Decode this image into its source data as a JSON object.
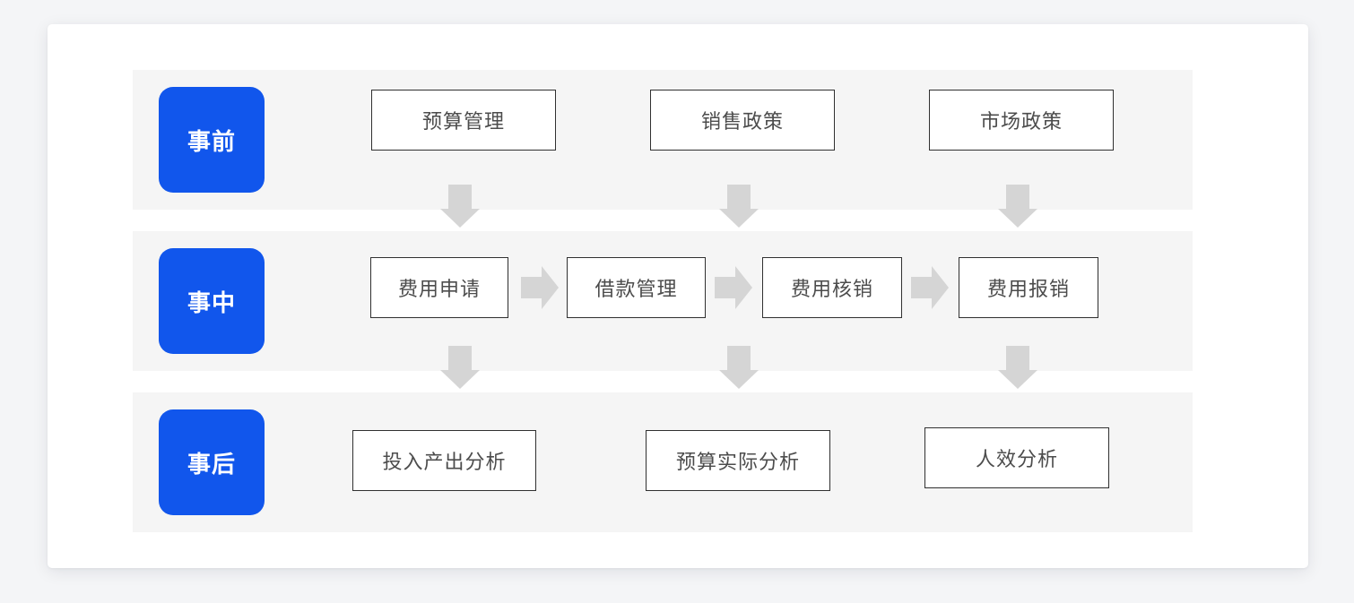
{
  "colors": {
    "page_background": "#f4f5f7",
    "card_background": "#ffffff",
    "row_background": "#f5f5f5",
    "stage_badge_background": "#1156ec",
    "stage_badge_text": "#ffffff",
    "box_border": "#303030",
    "box_text": "#4c4c4c",
    "arrow": "#d5d5d5"
  },
  "diagram": {
    "stages": [
      {
        "label": "事前",
        "boxes": [
          "预算管理",
          "销售政策",
          "市场政策"
        ]
      },
      {
        "label": "事中",
        "boxes": [
          "费用申请",
          "借款管理",
          "费用核销",
          "费用报销"
        ]
      },
      {
        "label": "事后",
        "boxes": [
          "投入产出分析",
          "预算实际分析",
          "人效分析"
        ]
      }
    ],
    "icons": {
      "down_arrow": "down-arrow",
      "right_arrow": "right-arrow"
    }
  }
}
